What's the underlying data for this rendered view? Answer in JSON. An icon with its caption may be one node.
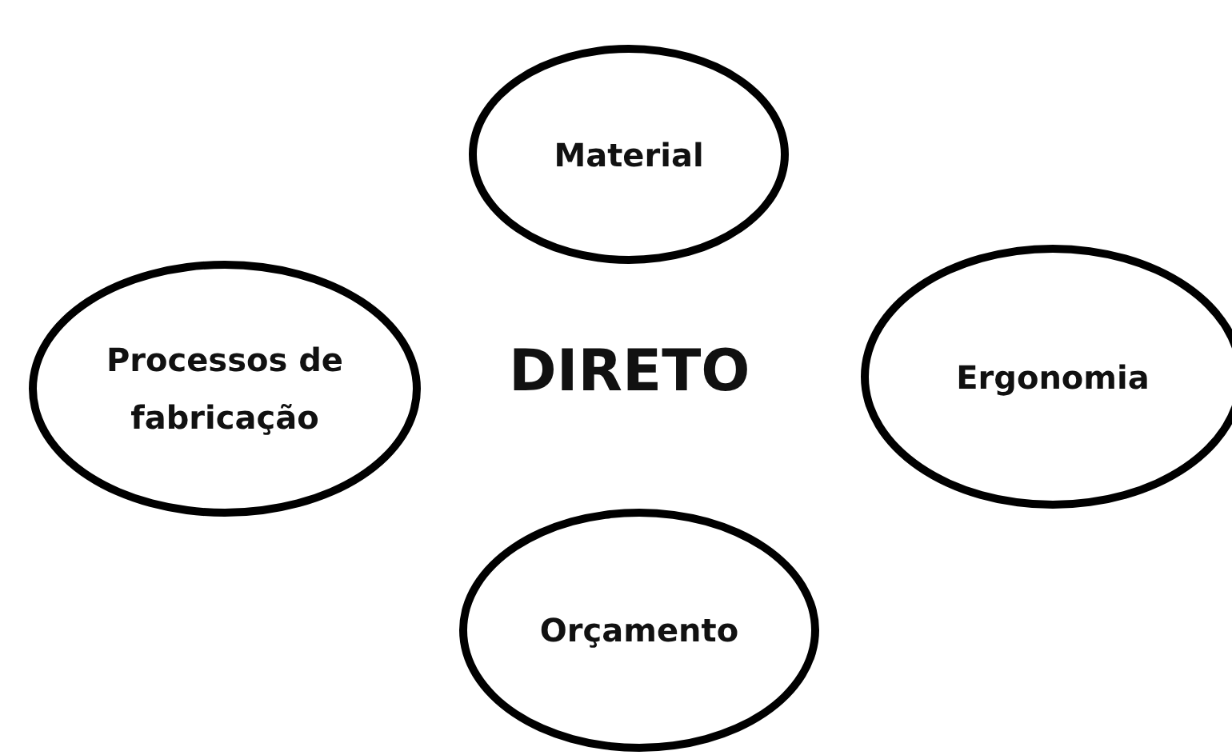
{
  "diagram": {
    "nodes": [
      {
        "text": [
          "Material"
        ]
      },
      {
        "text": [
          "Processos de fabricação"
        ]
      },
      {
        "text": [
          "Ergonomia"
        ]
      },
      {
        "text": [
          "Orçamento"
        ]
      }
    ],
    "labels": [
      "DIRETO"
    ]
  }
}
